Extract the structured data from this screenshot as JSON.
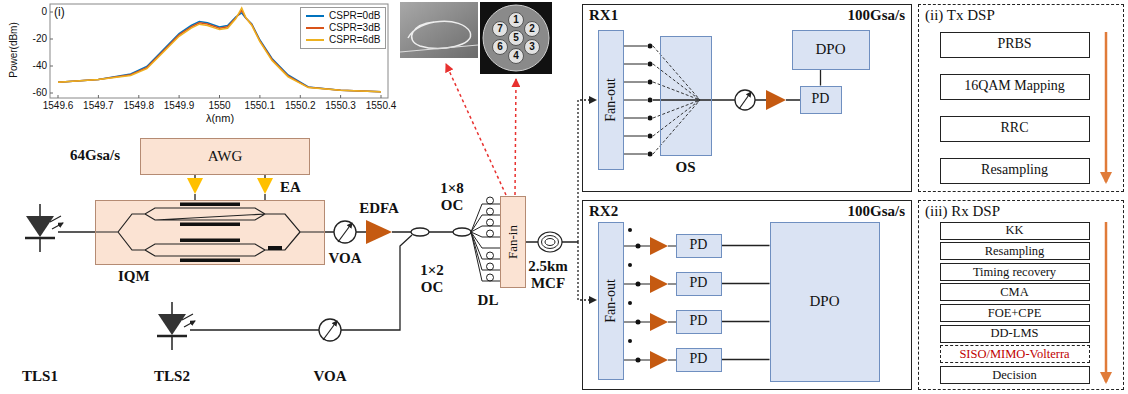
{
  "diagram": {
    "nodes": [
      {
        "text": [
          "AWG"
        ]
      },
      {
        "text": [
          "IQM"
        ]
      },
      {
        "text": [
          "Fan-in"
        ]
      },
      {
        "text": [
          "RX1",
          "100Gsa/s"
        ]
      },
      {
        "text": [
          "Fan-out"
        ],
        "in": 3
      },
      {
        "text": [
          "OS"
        ],
        "in": 3
      },
      {
        "text": [
          "DPO"
        ],
        "in": 3
      },
      {
        "text": [
          "PD"
        ],
        "in": 3
      },
      {
        "text": [
          "RX2",
          "100Gsa/s"
        ]
      },
      {
        "text": [
          "Fan-out"
        ],
        "in": 8
      },
      {
        "text": [
          "PD"
        ],
        "in": 8
      },
      {
        "text": [
          "PD"
        ],
        "in": 8
      },
      {
        "text": [
          "PD"
        ],
        "in": 8
      },
      {
        "text": [
          "PD"
        ],
        "in": 8
      },
      {
        "text": [
          "DPO"
        ],
        "in": 8
      },
      {
        "text": [
          "(ii) Tx DSP"
        ]
      },
      {
        "text": [
          "PRBS"
        ],
        "in": 15
      },
      {
        "text": [
          "16QAM Mapping"
        ],
        "in": 15
      },
      {
        "text": [
          "RRC"
        ],
        "in": 15
      },
      {
        "text": [
          "Resampling"
        ],
        "in": 15
      },
      {
        "text": [
          "(iii) Rx DSP"
        ]
      },
      {
        "text": [
          "KK"
        ],
        "in": 20
      },
      {
        "text": [
          "Resampling"
        ],
        "in": 20
      },
      {
        "text": [
          "Timing recovery"
        ],
        "in": 20
      },
      {
        "text": [
          "CMA"
        ],
        "in": 20
      },
      {
        "text": [
          "FOE+CPE"
        ],
        "in": 20
      },
      {
        "text": [
          "DD-LMS"
        ],
        "in": 20
      },
      {
        "text": [
          "SISO/MIMO-Volterra"
        ],
        "in": 20
      },
      {
        "text": [
          "Decision"
        ],
        "in": 20
      }
    ],
    "edges": [
      {
        "from": 7,
        "to": 6,
        "arrow": "none"
      },
      {
        "from": 10,
        "to": 14,
        "arrow": "none"
      },
      {
        "from": 11,
        "to": 14,
        "arrow": "none"
      },
      {
        "from": 12,
        "to": 14,
        "arrow": "none"
      },
      {
        "from": 13,
        "to": 14,
        "arrow": "none"
      }
    ],
    "labels": [
      "(i)",
      "Power(dBm)",
      "0",
      "-20",
      "-40",
      "-60",
      "1549.6",
      "1549.7",
      "1549.8",
      "1549.9",
      "1550",
      "1550.1",
      "1550.2",
      "1550.3",
      "1550.4",
      "λ(nm)",
      "1",
      "7",
      "2",
      "5",
      "6",
      "3",
      "4",
      "64Gsa/s",
      "EA",
      "TLS1",
      "VOA",
      "EDFA",
      "1×2 OC",
      "TLS2",
      "VOA",
      "1×8 OC",
      "DL",
      "2.5km MCF"
    ],
    "legend": [
      {
        "text": "CSPR=0dB"
      },
      {
        "text": "CSPR=3dB"
      },
      {
        "text": "CSPR=6dB"
      }
    ]
  }
}
